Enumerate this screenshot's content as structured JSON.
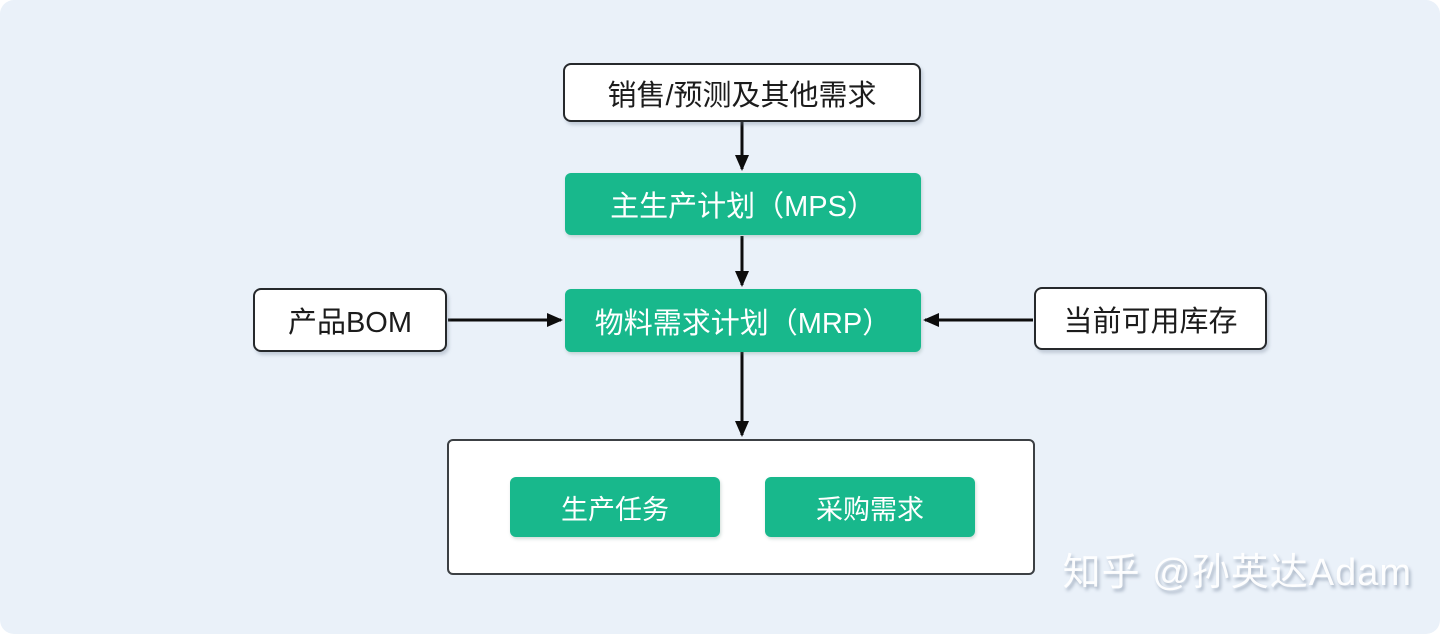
{
  "colors": {
    "accent_green": "#18b88c",
    "canvas_bg": "#eaf1f9",
    "arrow": "#0d0d0d"
  },
  "nodes": {
    "sales_forecast": "销售/预测及其他需求",
    "mps": "主生产计划（MPS）",
    "mrp": "物料需求计划（MRP）",
    "bom": "产品BOM",
    "inventory": "当前可用库存",
    "production_task": "生产任务",
    "purchase_demand": "采购需求"
  },
  "watermark": {
    "text": "知乎 @孙英达Adam"
  }
}
